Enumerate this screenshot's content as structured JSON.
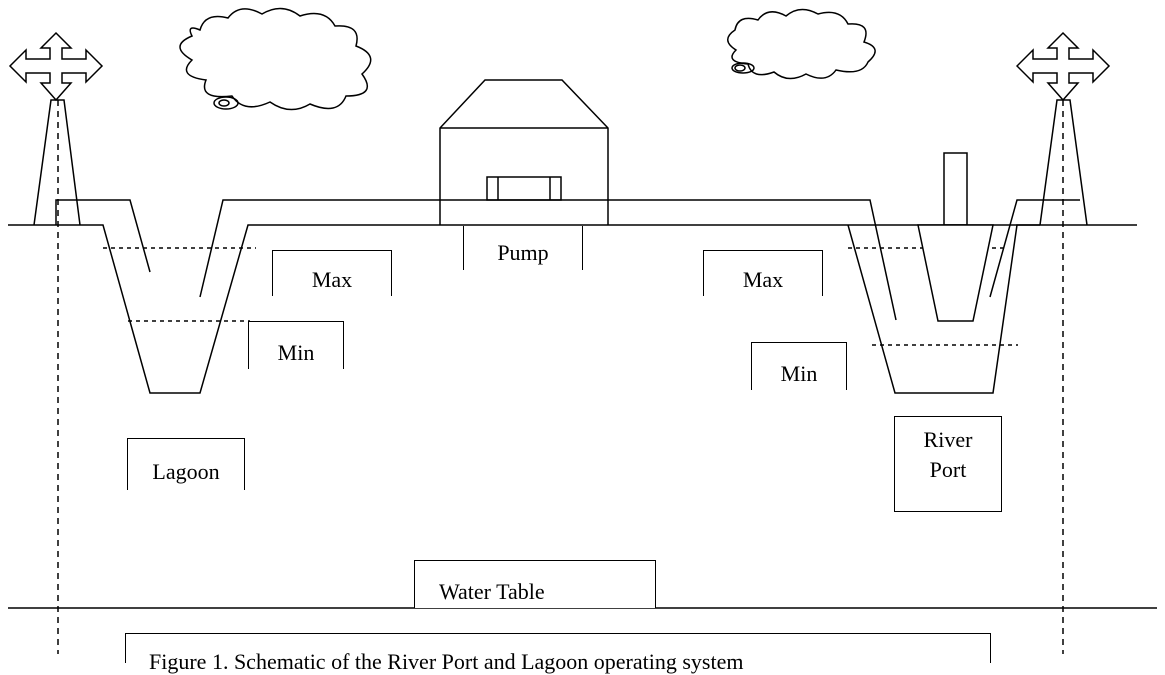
{
  "labels": {
    "pump": "Pump",
    "max_left": "Max",
    "min_left": "Min",
    "max_right": "Max",
    "min_right": "Min",
    "lagoon": "Lagoon",
    "river_port": "River\nPort",
    "water_table": "Water Table"
  },
  "caption": "Figure 1. Schematic of the River Port and Lagoon operating system"
}
